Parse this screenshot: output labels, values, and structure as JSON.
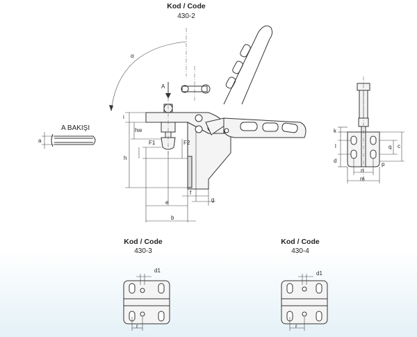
{
  "header": {
    "kod": "Kod / Code",
    "code": "430-2"
  },
  "left_detail": {
    "caption": "A BAKIŞI",
    "dim_a": "a"
  },
  "main_view": {
    "alpha": "α",
    "view_a": "A",
    "dims": {
      "hw": "hw",
      "h": "h",
      "F1": "F1",
      "F2": "F2",
      "i": "i",
      "f": "f",
      "g": "g",
      "e": "e",
      "b": "b"
    }
  },
  "side_view": {
    "dims": {
      "k": "k",
      "l": "l",
      "d": "d",
      "q": "q",
      "c": "c",
      "p": "p",
      "n": "n",
      "m": "m"
    }
  },
  "variant_3": {
    "kod": "Kod / Code",
    "code": "430-3",
    "d1": "d1",
    "r": "r"
  },
  "variant_4": {
    "kod": "Kod / Code",
    "code": "430-4",
    "d1": "d1",
    "r": "r"
  }
}
